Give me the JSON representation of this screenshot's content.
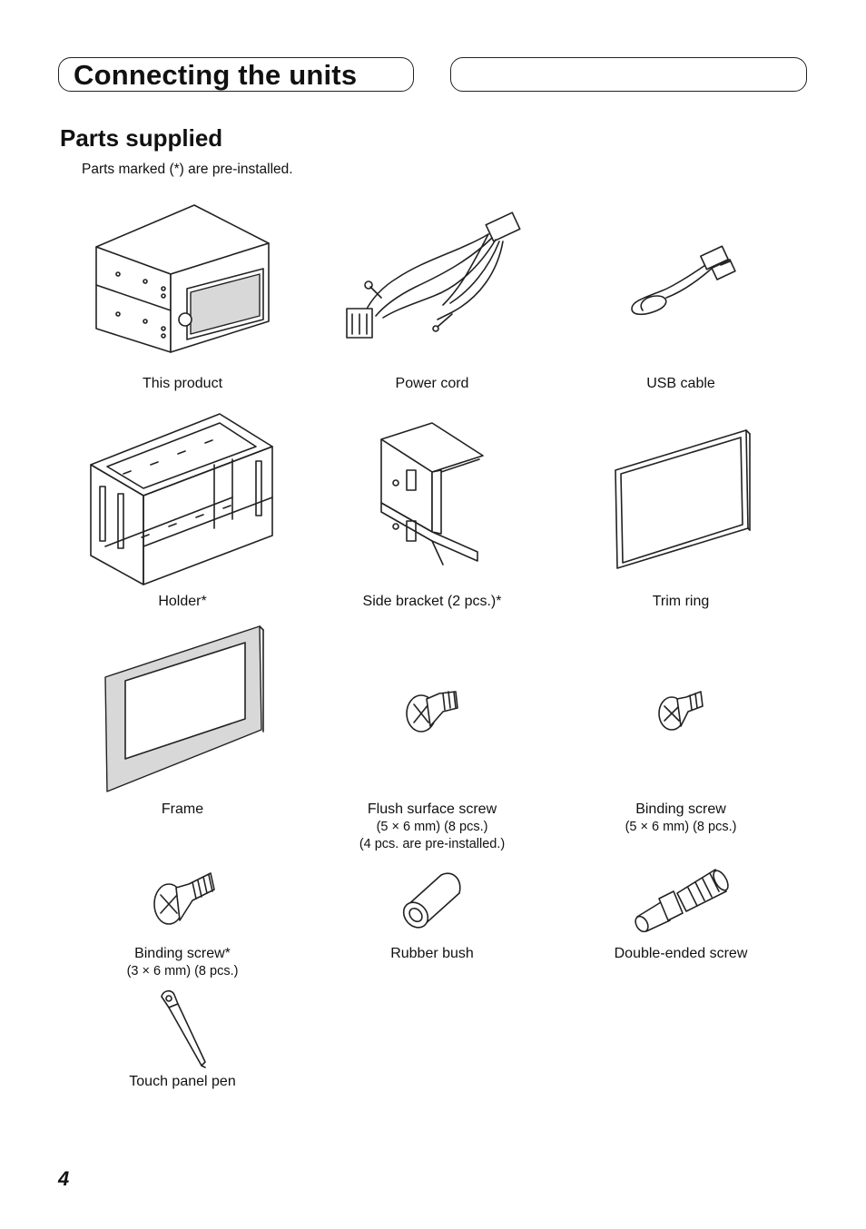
{
  "header": {
    "title": "Connecting the units"
  },
  "section": {
    "title": "Parts supplied",
    "note": "Parts marked (*) are pre-installed."
  },
  "parts": [
    {
      "name": "This product",
      "icon": "head-unit-icon"
    },
    {
      "name": "Power cord",
      "icon": "power-cord-icon"
    },
    {
      "name": "USB cable",
      "icon": "usb-cable-icon"
    },
    {
      "name": "Holder*",
      "icon": "holder-icon"
    },
    {
      "name": "Side bracket (2 pcs.)*",
      "icon": "side-bracket-icon"
    },
    {
      "name": "Trim ring",
      "icon": "trim-ring-icon"
    },
    {
      "name": "Frame",
      "icon": "frame-icon"
    },
    {
      "name": "Flush surface screw",
      "detail1": "(5 × 6 mm) (8 pcs.)",
      "detail2": "(4 pcs. are pre-installed.)",
      "icon": "flush-screw-icon"
    },
    {
      "name": "Binding screw",
      "detail1": "(5 × 6 mm) (8 pcs.)",
      "icon": "binding-screw-icon"
    },
    {
      "name": "Binding screw*",
      "detail1": "(3 × 6 mm) (8 pcs.)",
      "icon": "binding-screw-small-icon"
    },
    {
      "name": "Rubber bush",
      "icon": "rubber-bush-icon"
    },
    {
      "name": "Double-ended screw",
      "icon": "double-ended-screw-icon"
    },
    {
      "name": "Touch panel pen",
      "icon": "touch-pen-icon"
    }
  ],
  "footer": {
    "page_number": "4"
  }
}
